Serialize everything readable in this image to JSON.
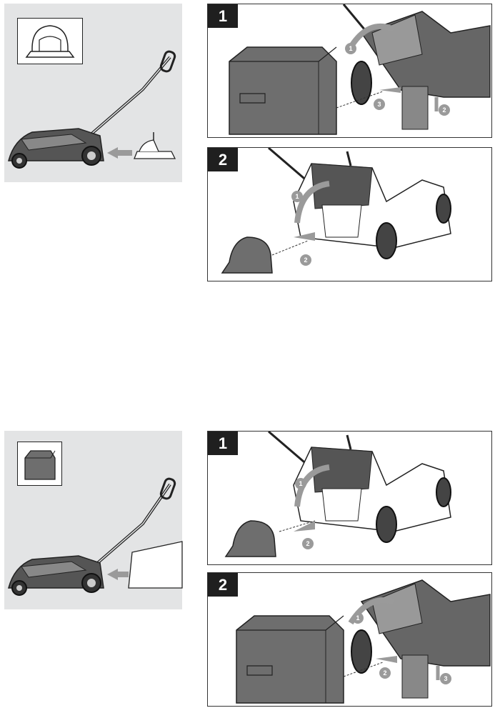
{
  "top_section": {
    "steps": [
      {
        "number": "1",
        "markers": [
          "1",
          "2",
          "3"
        ]
      },
      {
        "number": "2",
        "markers": [
          "1",
          "2"
        ]
      }
    ]
  },
  "bottom_section": {
    "steps": [
      {
        "number": "1",
        "markers": [
          "1",
          "2"
        ]
      },
      {
        "number": "2",
        "markers": [
          "1",
          "2",
          "3"
        ]
      }
    ]
  },
  "colors": {
    "panel": "#e3e4e5",
    "badge": "#1f1f1f",
    "arrow": "#9a9a9a",
    "line": "#222222"
  }
}
